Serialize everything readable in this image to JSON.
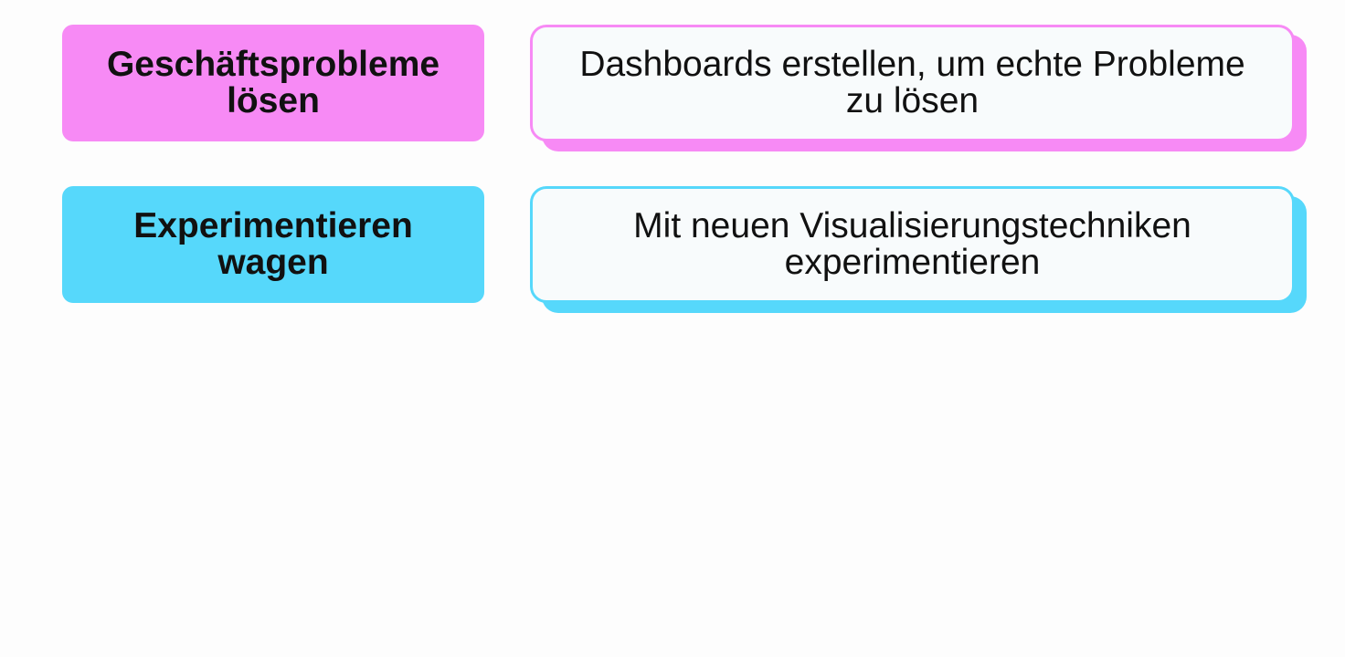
{
  "colors": {
    "pink": "#f78af5",
    "cyan": "#56d8fb"
  },
  "rows": [
    {
      "label": "Geschäftsprobleme lösen",
      "description": "Dashboards erstellen, um echte Probleme zu lösen"
    },
    {
      "label": "Experimentieren wagen",
      "description": "Mit neuen Visualisierungstechniken experimentieren"
    }
  ]
}
